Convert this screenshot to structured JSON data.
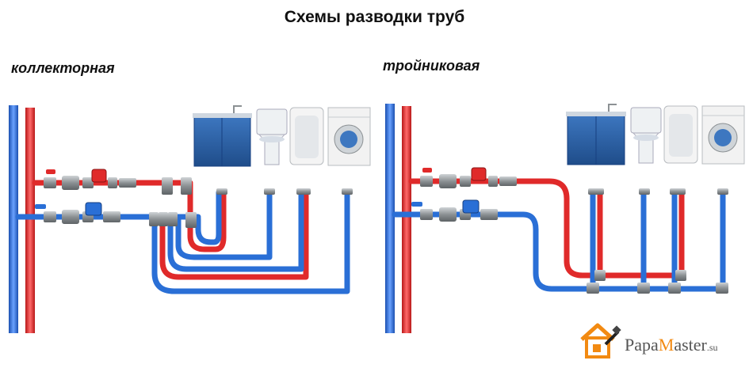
{
  "title": "Схемы разводки труб",
  "schemes": [
    {
      "label": "коллекторная"
    },
    {
      "label": "тройниковая"
    }
  ],
  "brand": {
    "first": "Papa",
    "cap": "M",
    "rest": "aster",
    "suffix": ".su"
  },
  "colors": {
    "hot": "#e02a2a",
    "cold": "#2a6fd6",
    "cabinet": "#2a5fa0",
    "logo": "#f28a12"
  },
  "icons": [
    "sink-cabinet-icon",
    "toilet-icon",
    "bathtub-icon",
    "washing-machine-icon",
    "valve-icon",
    "water-meter-icon"
  ]
}
